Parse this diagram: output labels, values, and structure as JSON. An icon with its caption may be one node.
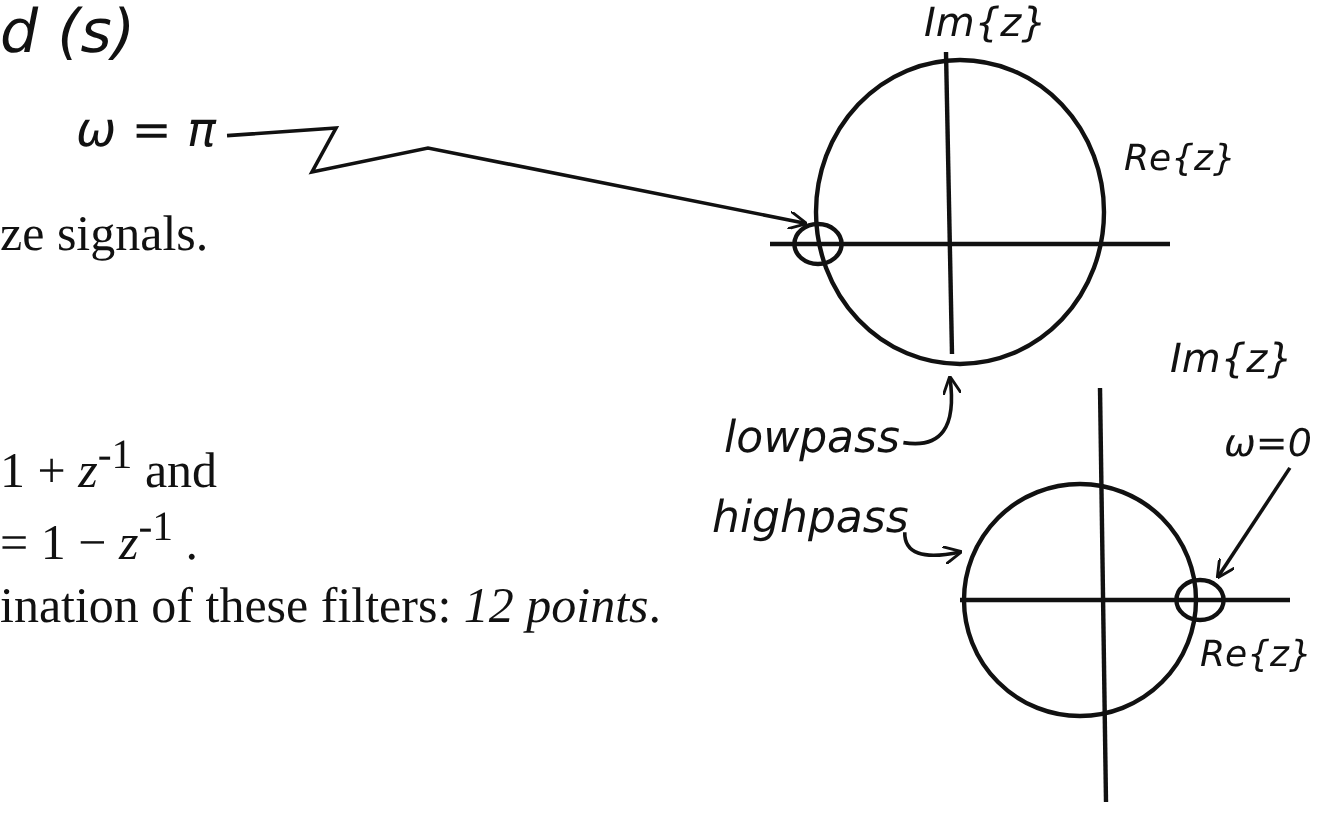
{
  "diagram": {
    "nodes": [
      {
        "text": [
          "ω = π"
        ]
      },
      {
        "text": [],
        "shape": "picture"
      },
      {
        "text": [],
        "shape": "circle",
        "in": 1
      },
      {
        "text": [
          "lowpass"
        ]
      },
      {
        "text": [
          "highpass"
        ]
      },
      {
        "text": [],
        "shape": "picture"
      },
      {
        "text": [],
        "shape": "circle",
        "in": 5
      },
      {
        "text": [
          "ω=0"
        ]
      }
    ],
    "edges": [
      {
        "from": 0,
        "to": 2,
        "arrow": "to"
      },
      {
        "from": 3,
        "to": 1,
        "arrow": "to"
      },
      {
        "from": 4,
        "to": 5,
        "arrow": "to"
      },
      {
        "from": 7,
        "to": 6,
        "arrow": "to"
      }
    ],
    "labels": [
      "d (s)",
      "Im{z}",
      "Re{z}",
      "ze signals.",
      "1 + *z*$^{-1}$ and",
      "Im{z}",
      "= 1 − *z*$^{-1}$ .",
      "ination of these filters: *12 points*.",
      "Re{z}"
    ]
  }
}
